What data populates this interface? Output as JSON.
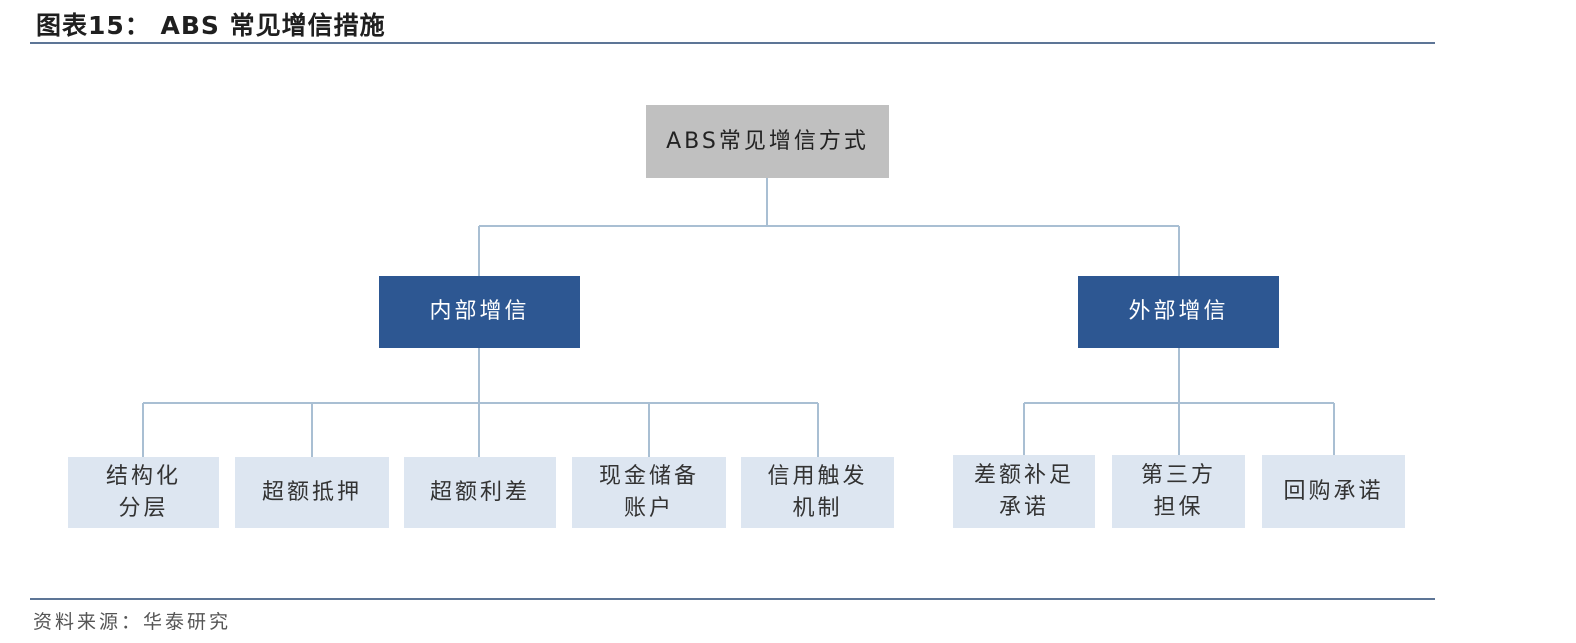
{
  "header": {
    "title": "图表15： ABS 常见增信措施"
  },
  "diagram": {
    "root": "ABS常见增信方式",
    "internal": {
      "label": "内部增信",
      "children": [
        {
          "line1": "结构化",
          "line2": "分层"
        },
        {
          "line1": "超额抵押",
          "line2": ""
        },
        {
          "line1": "超额利差",
          "line2": ""
        },
        {
          "line1": "现金储备",
          "line2": "账户"
        },
        {
          "line1": "信用触发",
          "line2": "机制"
        }
      ]
    },
    "external": {
      "label": "外部增信",
      "children": [
        {
          "line1": "差额补足",
          "line2": "承诺"
        },
        {
          "line1": "第三方",
          "line2": "担保"
        },
        {
          "line1": "回购承诺",
          "line2": ""
        }
      ]
    }
  },
  "footer": {
    "source": "资料来源：华泰研究"
  }
}
